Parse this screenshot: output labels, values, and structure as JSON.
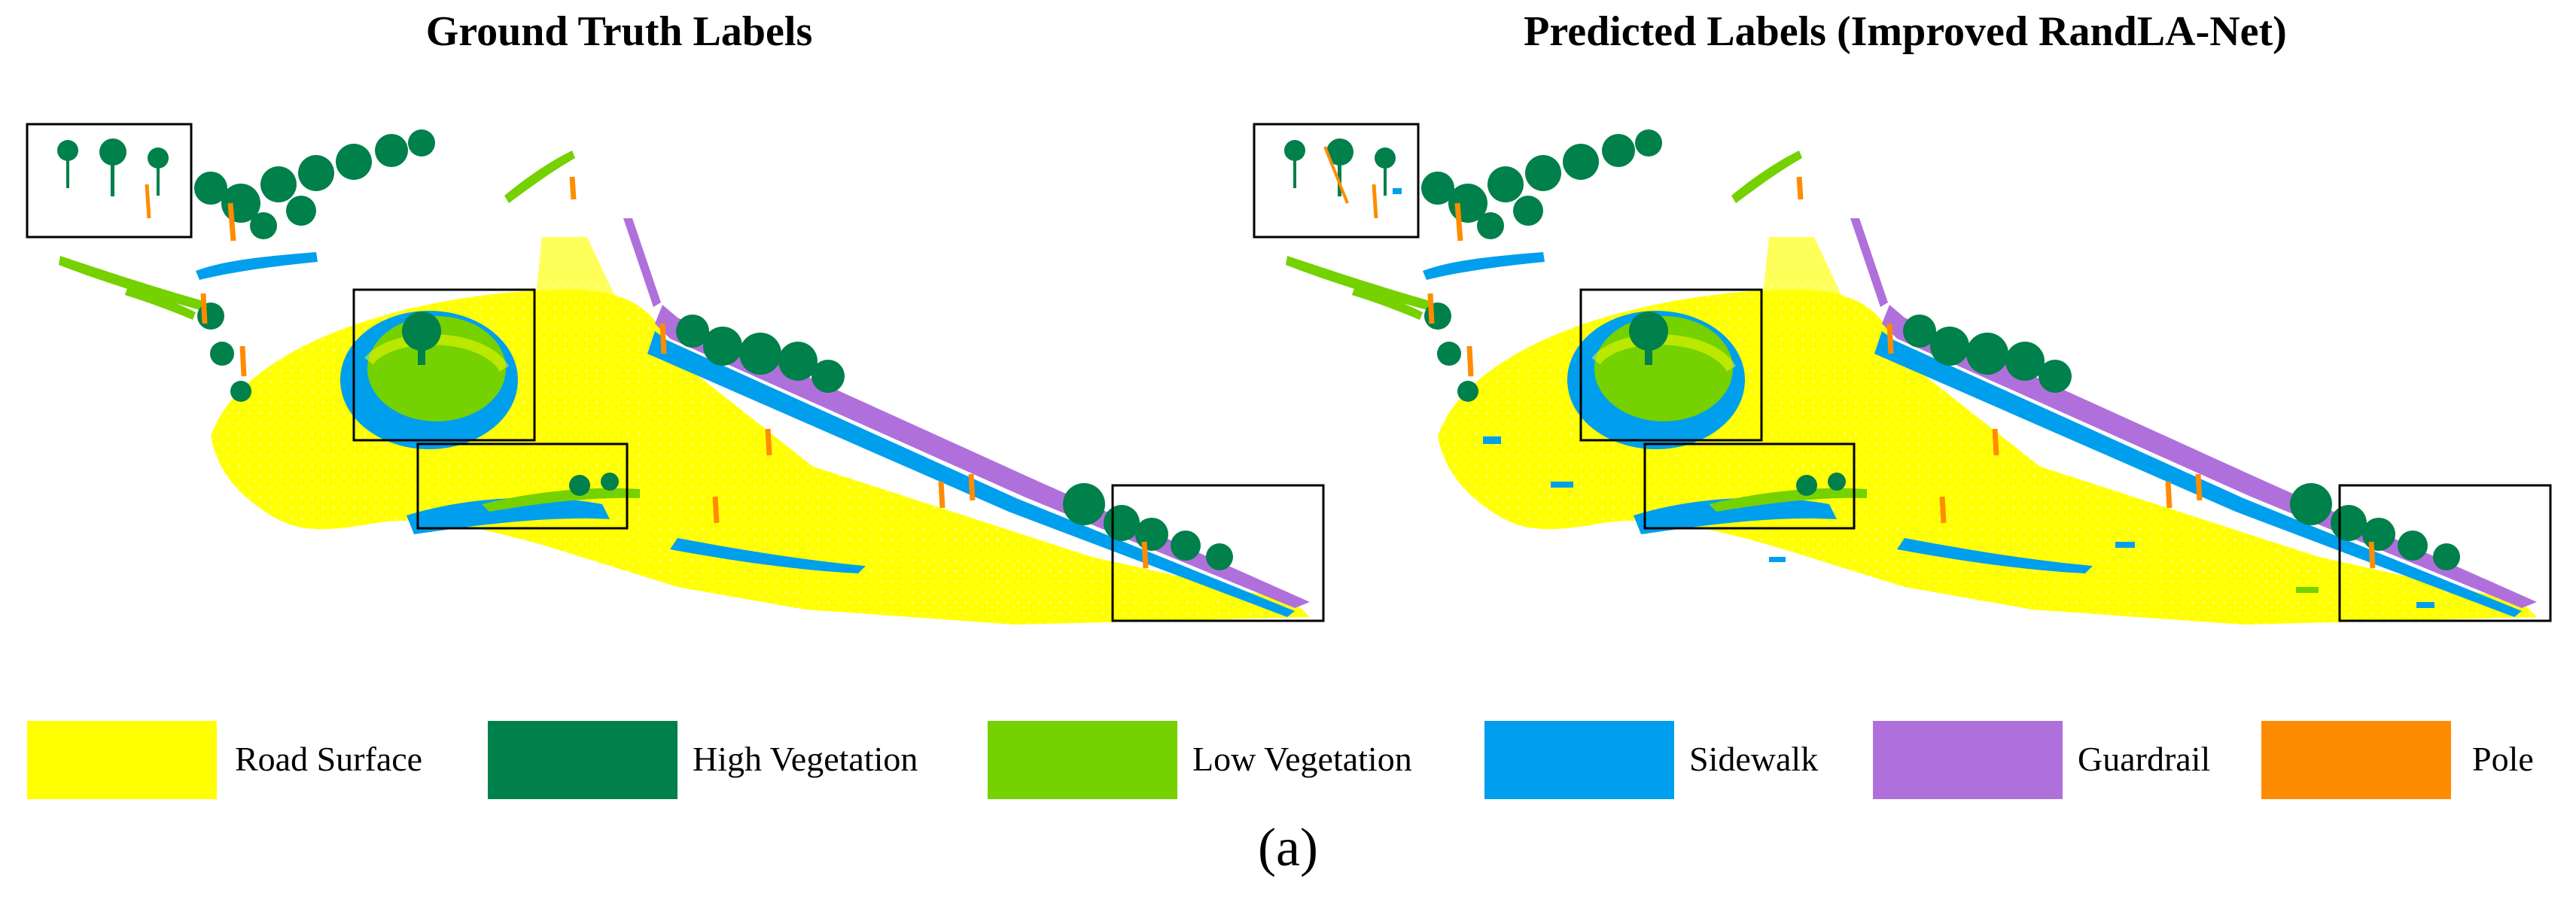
{
  "titles": {
    "left": "Ground Truth Labels",
    "right": "Predicted Labels (Improved RandLA-Net)"
  },
  "legend": [
    {
      "label": "Road Surface",
      "color": "#ffff00"
    },
    {
      "label": "High Vegetation",
      "color": "#00804a"
    },
    {
      "label": "Low Vegetation",
      "color": "#75d100"
    },
    {
      "label": "Sidewalk",
      "color": "#009fee"
    },
    {
      "label": "Guardrail",
      "color": "#b070dc"
    },
    {
      "label": "Pole",
      "color": "#ff8c00"
    }
  ],
  "caption": "(a)"
}
